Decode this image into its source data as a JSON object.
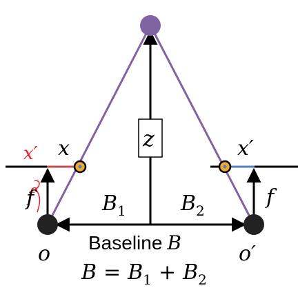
{
  "colors": {
    "purple": "#8064a2",
    "black": "#000000",
    "red": "#c0504d",
    "blue": "#4f81bd",
    "orange": "#f0a830",
    "handwriting": "#e8202a"
  },
  "labels": {
    "x_left": "x",
    "x_right": "x′",
    "x_handwritten": "x′",
    "f_left": "f",
    "f_right": "f",
    "f_handwritten": "f",
    "z": "z",
    "b1_base": "B",
    "b1_sub": "1",
    "b2_base": "B",
    "b2_sub": "2",
    "o_left": "o",
    "o_right": "o′",
    "baseline_word": "Baseline",
    "baseline_var": "B",
    "eq_lhs": "B",
    "eq_op1": "=",
    "eq_b1": "B",
    "eq_b1_sub": "1",
    "eq_op2": "+",
    "eq_b2": "B",
    "eq_b2_sub": "2"
  }
}
